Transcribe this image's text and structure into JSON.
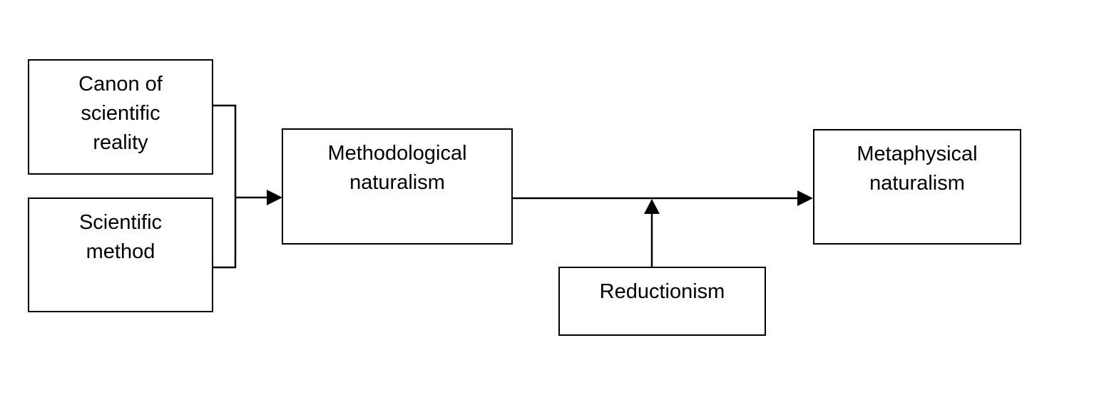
{
  "diagram": {
    "type": "flowchart",
    "background_color": "#ffffff",
    "box_fill_color": "#ffffff",
    "line_color": "#000000",
    "text_color": "#000000",
    "nodes": {
      "canon": {
        "id": "canon-of-scientific-reality",
        "label": "Canon of\nscientific\nreality"
      },
      "method": {
        "id": "scientific-method",
        "label": "Scientific\nmethod"
      },
      "methodological": {
        "id": "methodological-naturalism",
        "label": "Methodological\nnaturalism"
      },
      "metaphysical": {
        "id": "metaphysical-naturalism",
        "label": "Metaphysical\nnaturalism"
      },
      "reductionism": {
        "id": "reductionism",
        "label": "Reductionism"
      }
    },
    "edges": [
      {
        "from": [
          "canon-of-scientific-reality",
          "scientific-method"
        ],
        "to": "methodological-naturalism",
        "style": "merged-bracket-arrow"
      },
      {
        "from": "methodological-naturalism",
        "to": "metaphysical-naturalism",
        "style": "arrow"
      },
      {
        "from": "reductionism",
        "to": "arrow(methodological-naturalism->metaphysical-naturalism)",
        "style": "arrow-into-edge"
      }
    ]
  }
}
